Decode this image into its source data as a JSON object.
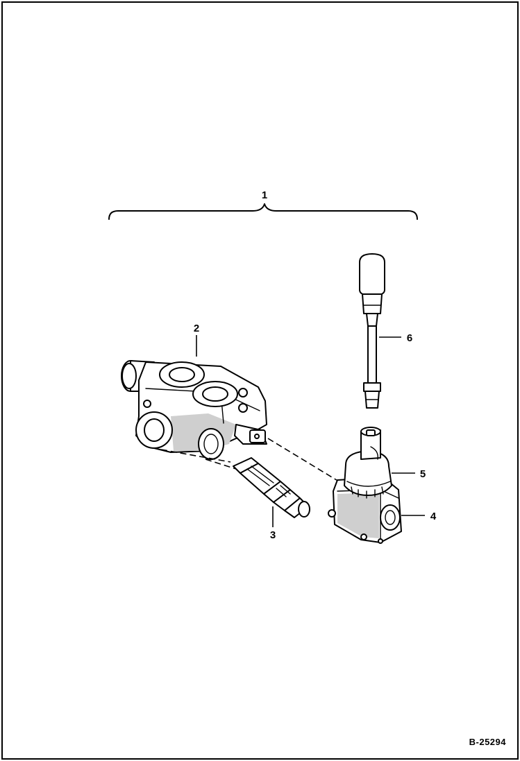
{
  "figure_id": "B-25294",
  "callouts": {
    "assembly": "1",
    "valve_body": "2",
    "relief_valve": "3",
    "handle_housing": "4",
    "boot": "5",
    "lever_handle": "6"
  }
}
